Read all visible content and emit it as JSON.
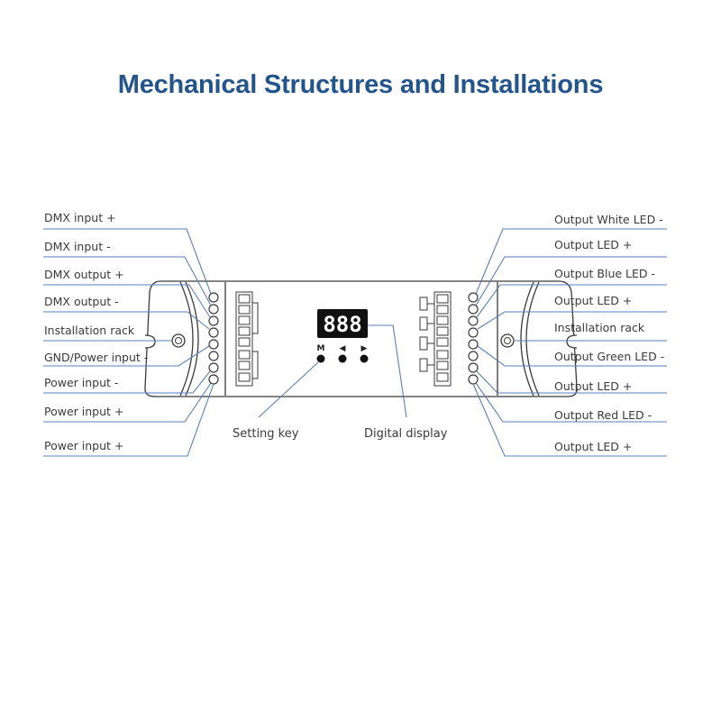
{
  "title": "Mechanical Structures and Installations",
  "left_labels": [
    "DMX input +",
    "DMX input -",
    "DMX output +",
    "DMX output -",
    "Installation rack",
    "GND/Power input -",
    "Power input -",
    "Power input +",
    "Power input +"
  ],
  "right_labels": [
    "Output White LED -",
    "Output LED +",
    "Output Blue LED -",
    "Output LED +",
    "Installation rack",
    "Output Green LED -",
    "Output LED +",
    "Output Red LED -",
    "Output LED +"
  ],
  "callouts": {
    "setting_key": "Setting key",
    "digital_display": "Digital display"
  },
  "display": {
    "digits": "888"
  },
  "keys": {
    "mode": "M",
    "left": "◀",
    "right": "▶"
  },
  "colors": {
    "title": "#23548b",
    "leader_lines": "#5b7fb5",
    "device_outline": "#3a3a3a",
    "display_bg": "#111111"
  }
}
